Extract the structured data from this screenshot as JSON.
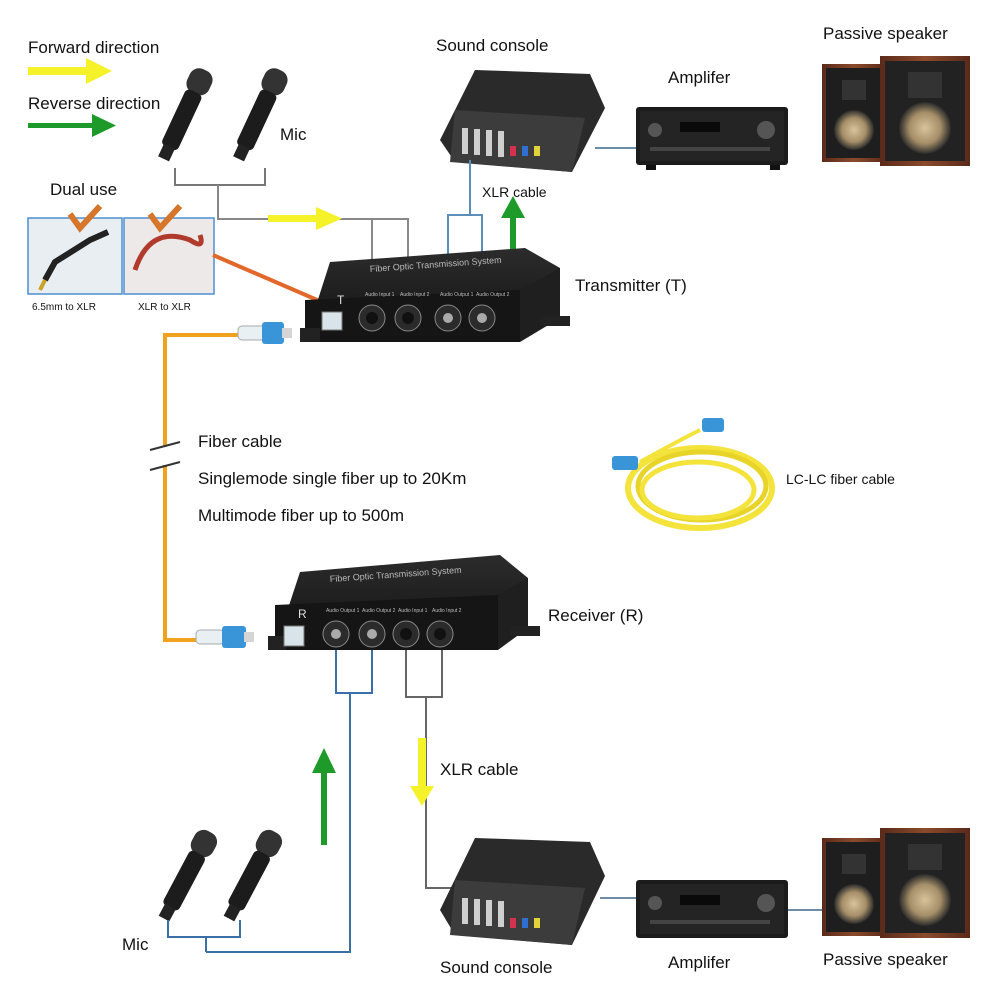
{
  "legend": {
    "forward": "Forward direction",
    "reverse": "Reverse direction",
    "forward_color": "#f5f22a",
    "reverse_color": "#1e9a2b"
  },
  "top": {
    "sound_console": "Sound console",
    "amplifier": "Amplifer",
    "passive_speaker": "Passive speaker",
    "mic": "Mic",
    "xlr_cable": "XLR cable",
    "transmitter": "Transmitter (T)",
    "dual_use": "Dual use",
    "adapter_1": "6.5mm to XLR",
    "adapter_2": "XLR to XLR",
    "device_title": "Fiber Optic Transmission System",
    "device_letter": "T",
    "port_labels": [
      "Audio Input 1",
      "Audio Input 2",
      "Audio Output 1",
      "Audio Output 2"
    ]
  },
  "fiber": {
    "fiber_cable": "Fiber cable",
    "singlemode": "Singlemode single fiber up to 20Km",
    "multimode": "Multimode fiber up to 500m",
    "lc_label": "LC-LC fiber cable",
    "fiber_color": "#f0a21e"
  },
  "bottom": {
    "receiver": "Receiver (R)",
    "device_title": "Fiber Optic Transmission System",
    "device_letter": "R",
    "xlr_cable": "XLR cable",
    "mic": "Mic",
    "sound_console": "Sound console",
    "amplifier": "Amplifer",
    "passive_speaker": "Passive speaker",
    "port_labels": [
      "Audio Output 1",
      "Audio Output 2",
      "Audio Input 1",
      "Audio Input 2"
    ]
  }
}
